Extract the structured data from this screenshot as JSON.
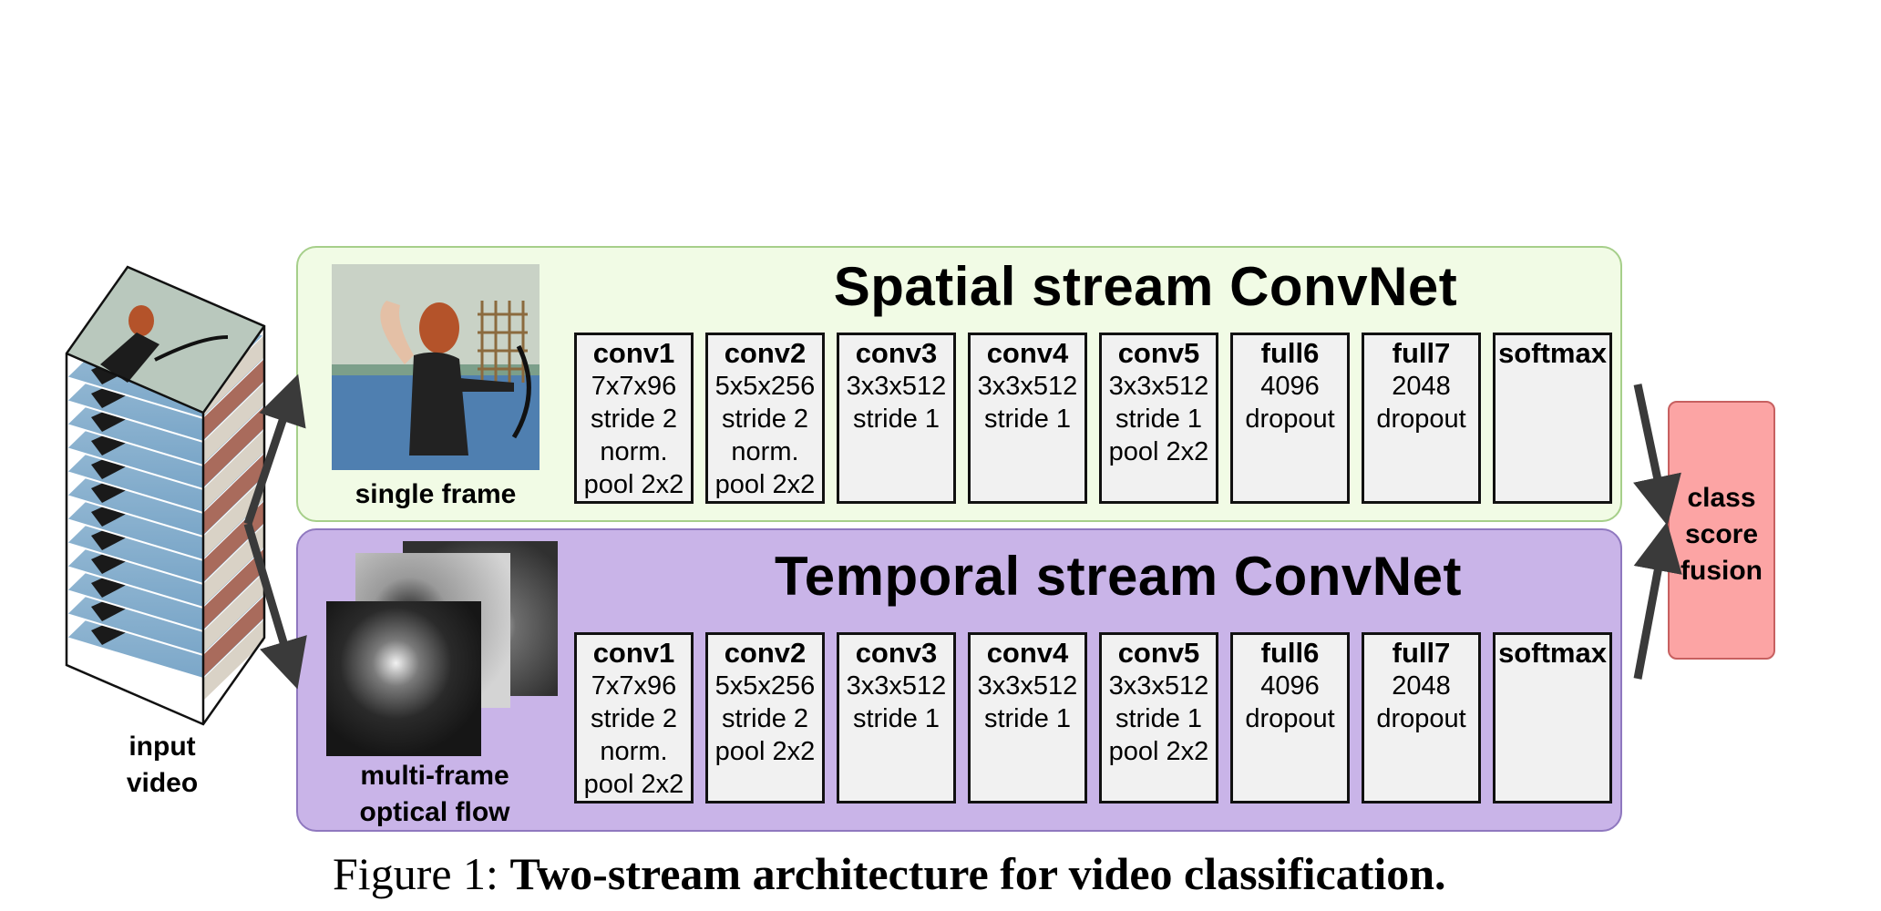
{
  "input": {
    "label": "input\nvideo"
  },
  "spatial": {
    "title": "Spatial stream ConvNet",
    "image_label": "single frame",
    "layers": [
      {
        "name": "conv1",
        "desc": "7x7x96\nstride 2\nnorm.\npool 2x2"
      },
      {
        "name": "conv2",
        "desc": "5x5x256\nstride 2\nnorm.\npool 2x2"
      },
      {
        "name": "conv3",
        "desc": "3x3x512\nstride 1"
      },
      {
        "name": "conv4",
        "desc": "3x3x512\nstride 1"
      },
      {
        "name": "conv5",
        "desc": "3x3x512\nstride 1\npool 2x2"
      },
      {
        "name": "full6",
        "desc": "4096\ndropout"
      },
      {
        "name": "full7",
        "desc": "2048\ndropout"
      },
      {
        "name": "softmax",
        "desc": ""
      }
    ]
  },
  "temporal": {
    "title": "Temporal stream ConvNet",
    "image_label": "multi-frame\noptical flow",
    "layers": [
      {
        "name": "conv1",
        "desc": "7x7x96\nstride 2\nnorm.\npool 2x2"
      },
      {
        "name": "conv2",
        "desc": "5x5x256\nstride 2\npool 2x2"
      },
      {
        "name": "conv3",
        "desc": "3x3x512\nstride 1"
      },
      {
        "name": "conv4",
        "desc": "3x3x512\nstride 1"
      },
      {
        "name": "conv5",
        "desc": "3x3x512\nstride 1\npool 2x2"
      },
      {
        "name": "full6",
        "desc": "4096\ndropout"
      },
      {
        "name": "full7",
        "desc": "2048\ndropout"
      },
      {
        "name": "softmax",
        "desc": ""
      }
    ]
  },
  "fusion": {
    "label": "class\nscore\nfusion"
  },
  "caption": {
    "prefix": "Figure 1: ",
    "text": "Two-stream architecture for video classification."
  },
  "colors": {
    "spatial_panel": "#f1fbe5",
    "temporal_panel": "#c9b4e8",
    "fusion_box": "#fca4a4",
    "arrow": "#3a3a3a"
  }
}
